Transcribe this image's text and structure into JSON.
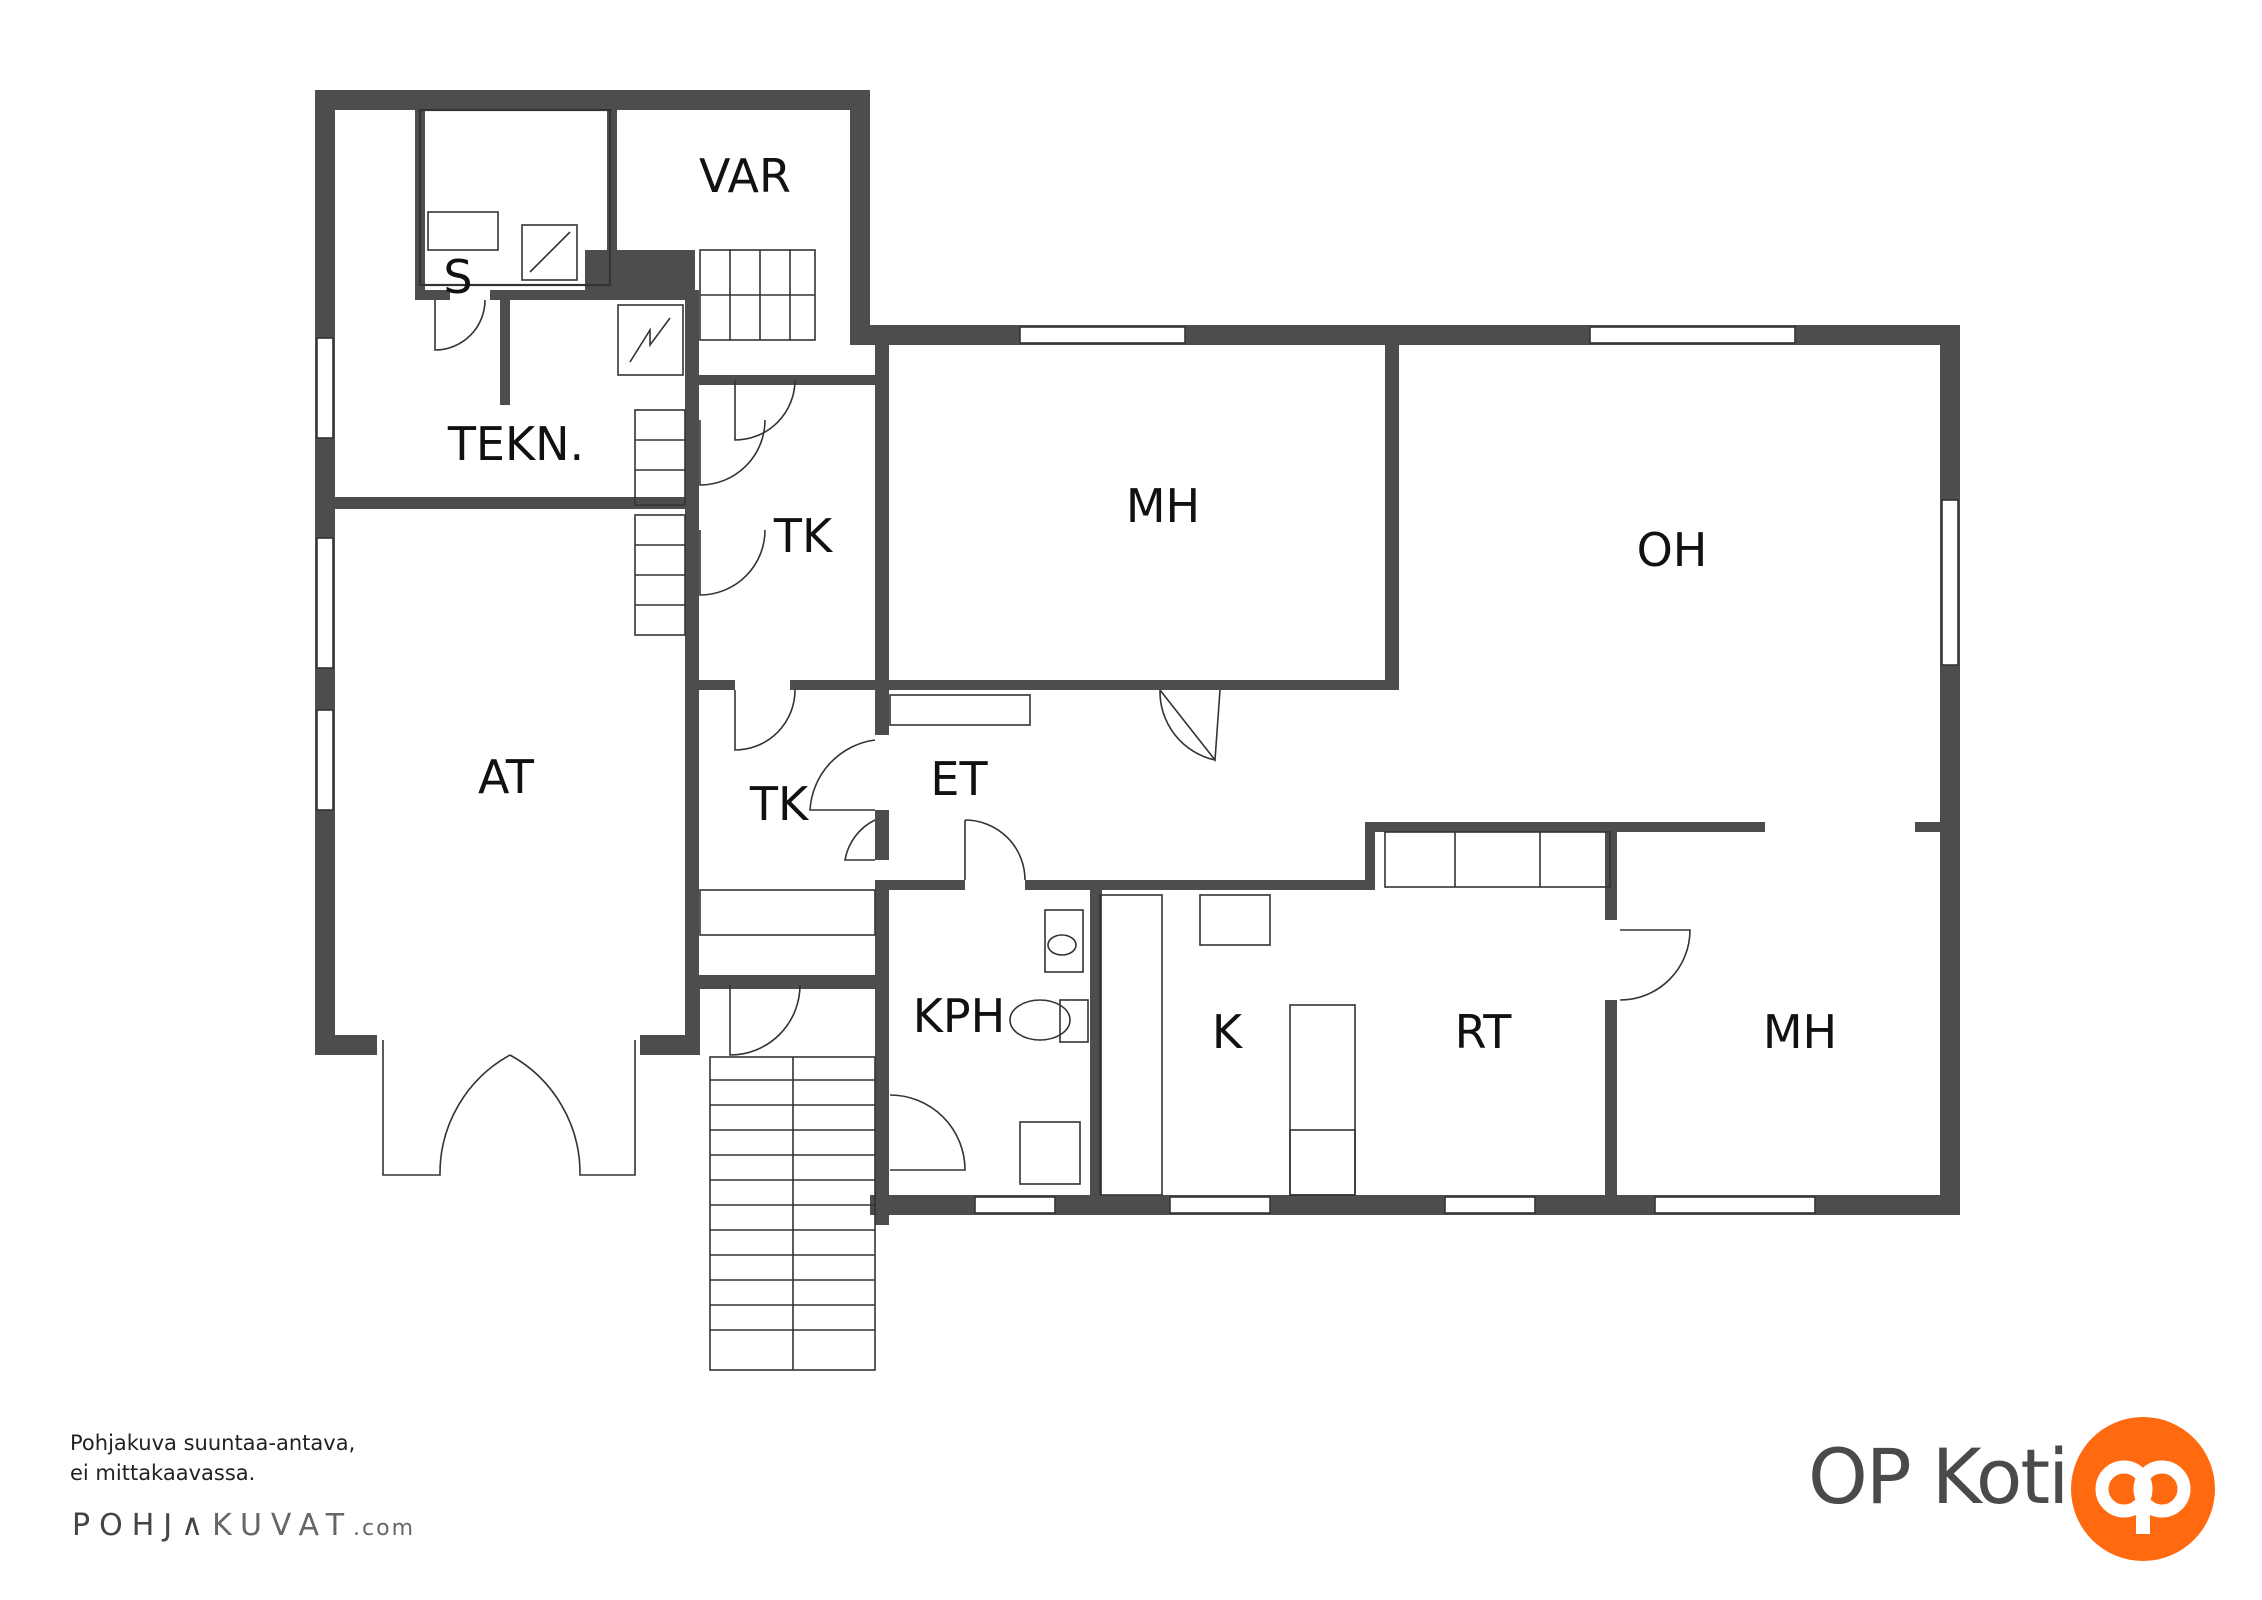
{
  "rooms": [
    {
      "label": "VAR"
    },
    {
      "label": "S"
    },
    {
      "label": "TEKN."
    },
    {
      "label": "TK"
    },
    {
      "label": "MH"
    },
    {
      "label": "OH"
    },
    {
      "label": "AT"
    },
    {
      "label": "TK"
    },
    {
      "label": "ET"
    },
    {
      "label": "KPH"
    },
    {
      "label": "K"
    },
    {
      "label": "RT"
    },
    {
      "label": "MH"
    }
  ],
  "footer": {
    "note_line1": "Pohjakuva suuntaa-antava,",
    "note_line2": "ei mittakaavassa.",
    "brand_part1": "POHJ",
    "brand_part2": "KUVAT",
    "brand_domain": ".com"
  },
  "logo": {
    "text": "OP Koti",
    "color": "#ff6a10"
  }
}
